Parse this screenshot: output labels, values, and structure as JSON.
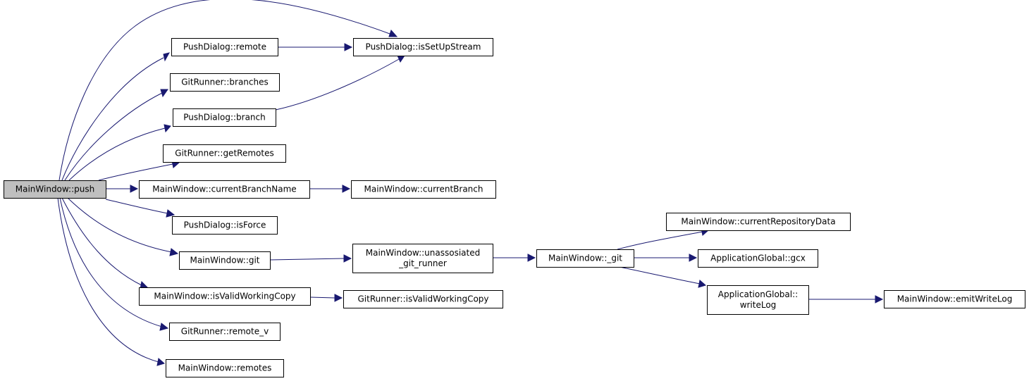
{
  "diagram": {
    "title": "",
    "edge_color": "#191970",
    "root_fill": "#bfbfbf",
    "nodes": [
      {
        "id": "push",
        "lines": [
          "MainWindow::push"
        ],
        "root": true
      },
      {
        "id": "pd_remote",
        "lines": [
          "PushDialog::remote"
        ]
      },
      {
        "id": "pd_upstream",
        "lines": [
          "PushDialog::isSetUpStream"
        ]
      },
      {
        "id": "gr_branches",
        "lines": [
          "GitRunner::branches"
        ]
      },
      {
        "id": "pd_branch",
        "lines": [
          "PushDialog::branch"
        ]
      },
      {
        "id": "gr_getremotes",
        "lines": [
          "GitRunner::getRemotes"
        ]
      },
      {
        "id": "mw_cbn",
        "lines": [
          "MainWindow::currentBranchName"
        ]
      },
      {
        "id": "mw_cb",
        "lines": [
          "MainWindow::currentBranch"
        ]
      },
      {
        "id": "pd_force",
        "lines": [
          "PushDialog::isForce"
        ]
      },
      {
        "id": "mw_git",
        "lines": [
          "MainWindow::git"
        ]
      },
      {
        "id": "mw_unassoc",
        "lines": [
          "MainWindow::unassosiated",
          "_git_runner"
        ]
      },
      {
        "id": "mw__git",
        "lines": [
          "MainWindow::_git"
        ]
      },
      {
        "id": "mw_crd",
        "lines": [
          "MainWindow::currentRepositoryData"
        ]
      },
      {
        "id": "ag_gcx",
        "lines": [
          "ApplicationGlobal::gcx"
        ]
      },
      {
        "id": "ag_writelog",
        "lines": [
          "ApplicationGlobal::",
          "writeLog"
        ]
      },
      {
        "id": "mw_emit",
        "lines": [
          "MainWindow::emitWriteLog"
        ]
      },
      {
        "id": "mw_valid",
        "lines": [
          "MainWindow::isValidWorkingCopy"
        ]
      },
      {
        "id": "gr_valid",
        "lines": [
          "GitRunner::isValidWorkingCopy"
        ]
      },
      {
        "id": "gr_remote_v",
        "lines": [
          "GitRunner::remote_v"
        ]
      },
      {
        "id": "mw_remotes",
        "lines": [
          "MainWindow::remotes"
        ]
      }
    ],
    "edges": [
      {
        "from": "push",
        "to": "pd_upstream"
      },
      {
        "from": "push",
        "to": "pd_remote"
      },
      {
        "from": "push",
        "to": "gr_branches"
      },
      {
        "from": "push",
        "to": "pd_branch"
      },
      {
        "from": "push",
        "to": "gr_getremotes"
      },
      {
        "from": "push",
        "to": "mw_cbn"
      },
      {
        "from": "push",
        "to": "pd_force"
      },
      {
        "from": "push",
        "to": "mw_git"
      },
      {
        "from": "push",
        "to": "mw_valid"
      },
      {
        "from": "push",
        "to": "gr_remote_v"
      },
      {
        "from": "push",
        "to": "mw_remotes"
      },
      {
        "from": "pd_remote",
        "to": "pd_upstream"
      },
      {
        "from": "pd_branch",
        "to": "pd_upstream"
      },
      {
        "from": "mw_cbn",
        "to": "mw_cb"
      },
      {
        "from": "mw_git",
        "to": "mw_unassoc"
      },
      {
        "from": "mw_unassoc",
        "to": "mw__git"
      },
      {
        "from": "mw__git",
        "to": "mw_crd"
      },
      {
        "from": "mw__git",
        "to": "ag_gcx"
      },
      {
        "from": "mw__git",
        "to": "ag_writelog"
      },
      {
        "from": "ag_writelog",
        "to": "mw_emit"
      },
      {
        "from": "mw_valid",
        "to": "gr_valid"
      }
    ]
  }
}
